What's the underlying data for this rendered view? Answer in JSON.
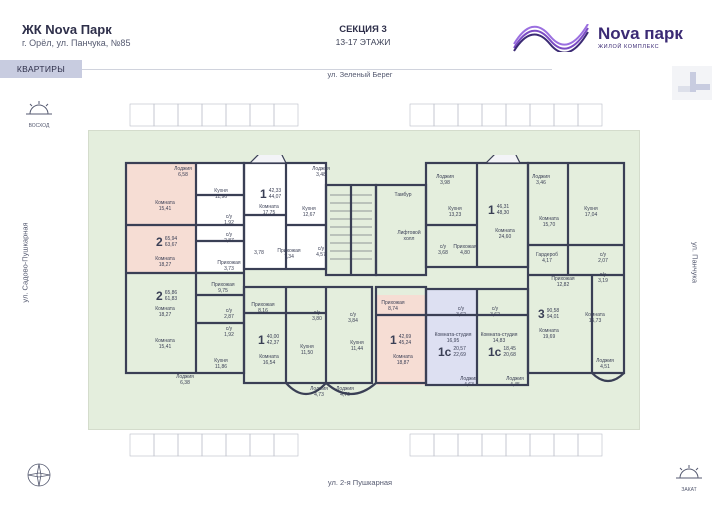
{
  "header": {
    "title": "ЖК Nova Парк",
    "address": "г. Орёл, ул. Панчука, №85",
    "tab": "КВАРТИРЫ",
    "section": "СЕКЦИЯ 3",
    "floors": "13-17 ЭТАЖИ",
    "logo_word": "Nova парк",
    "logo_sub": "ЖИЛОЙ КОМПЛЕКС"
  },
  "streets": {
    "top": "ул. Зеленый Берег",
    "bottom": "ул. 2-я Пушкарная",
    "left": "ул. Садово-Пушкарная",
    "right": "ул. Панчука"
  },
  "compass": {
    "east": "ВОСХОД",
    "west": "ЗАКАТ"
  },
  "colors": {
    "peach": "#f6ddd4",
    "green": "#e4eedd",
    "blue": "#dde0f2",
    "wall": "#3a3f55",
    "accent": "#3b2a74"
  },
  "apartments": [
    {
      "rooms": "2",
      "area_total": "65,94",
      "area_living": "63,67"
    },
    {
      "rooms": "2",
      "area_total": "65,86",
      "area_living": "61,83"
    },
    {
      "rooms": "1",
      "area_total": "42,33",
      "area_living": "44,07"
    },
    {
      "rooms": "1",
      "area_total": "40,00",
      "area_living": "42,37"
    },
    {
      "rooms": "1",
      "area_total": "42,69",
      "area_living": "45,24"
    },
    {
      "rooms": "1",
      "area_total": "46,31",
      "area_living": "48,30"
    },
    {
      "rooms": "1с",
      "area_total": "20,57",
      "area_living": "22,69"
    },
    {
      "rooms": "1с",
      "area_total": "18,45",
      "area_living": "20,68"
    },
    {
      "rooms": "3",
      "area_total": "90,58",
      "area_living": "94,01"
    }
  ],
  "rooms": {
    "r1": "Лоджия\n6,58",
    "r2": "Кухня\n11,96",
    "r3": "Комната\n15,41",
    "r4": "с/у\n1,92",
    "r5": "с/у\n2,87",
    "r6": "Комната\n18,27",
    "r7": "Прихожая\n3,73",
    "r8": "3,78",
    "r9": "Комната\n18,27",
    "r10": "Прихожая\n9,75",
    "r11": "с/у\n2,87",
    "r12": "с/у\n1,92",
    "r13": "Комната\n15,41",
    "r14": "Кухня\n11,86",
    "r15": "Лоджия\n6,38",
    "r16": "Комната\n17,75",
    "r17": "Лоджия\n3,48",
    "r18": "Кухня\n12,67",
    "r19": "Прихожая\n7,34",
    "r20": "с/у\n4,57",
    "r21": "Тамбур",
    "r22": "Лифтовой\nхолл",
    "r23": "Прихожая\n8,16",
    "r24": "с/у\n3,80",
    "r25": "Кухня\n11,50",
    "r26": "Комната\n16,54",
    "r27": "Лоджия\n4,73",
    "r28": "Прихожая\n8,74",
    "r29": "с/у\n3,84",
    "r30": "Кухня\n11,44",
    "r31": "Комната\n18,87",
    "r32": "Лоджия\n4,70",
    "r33": "Лоджия\n3,98",
    "r34": "Кухня\n13,23",
    "r35": "с/у\n3,68",
    "r36": "Прихожая\n4,80",
    "r37": "Комната\n24,60",
    "r38": "Лоджия\n3,46",
    "r39": "Комната\n15,70",
    "r40": "Кухня\n17,04",
    "r41": "Гардероб\n4,17",
    "r42": "Прихожая\n12,82",
    "r43": "с/у\n2,07",
    "r44": "с/у\n3,19",
    "r45": "Комната\n15,73",
    "r46": "Комната\n19,69",
    "r47": "Лоджия\n4,51",
    "r48": "с/у\n3,62",
    "r49": "Комната-студия\n16,95",
    "r50": "Лоджия\n4,63",
    "r51": "с/у\n3,62",
    "r52": "Комната-студия\n14,83",
    "r53": "Лоджия\n4,45"
  }
}
